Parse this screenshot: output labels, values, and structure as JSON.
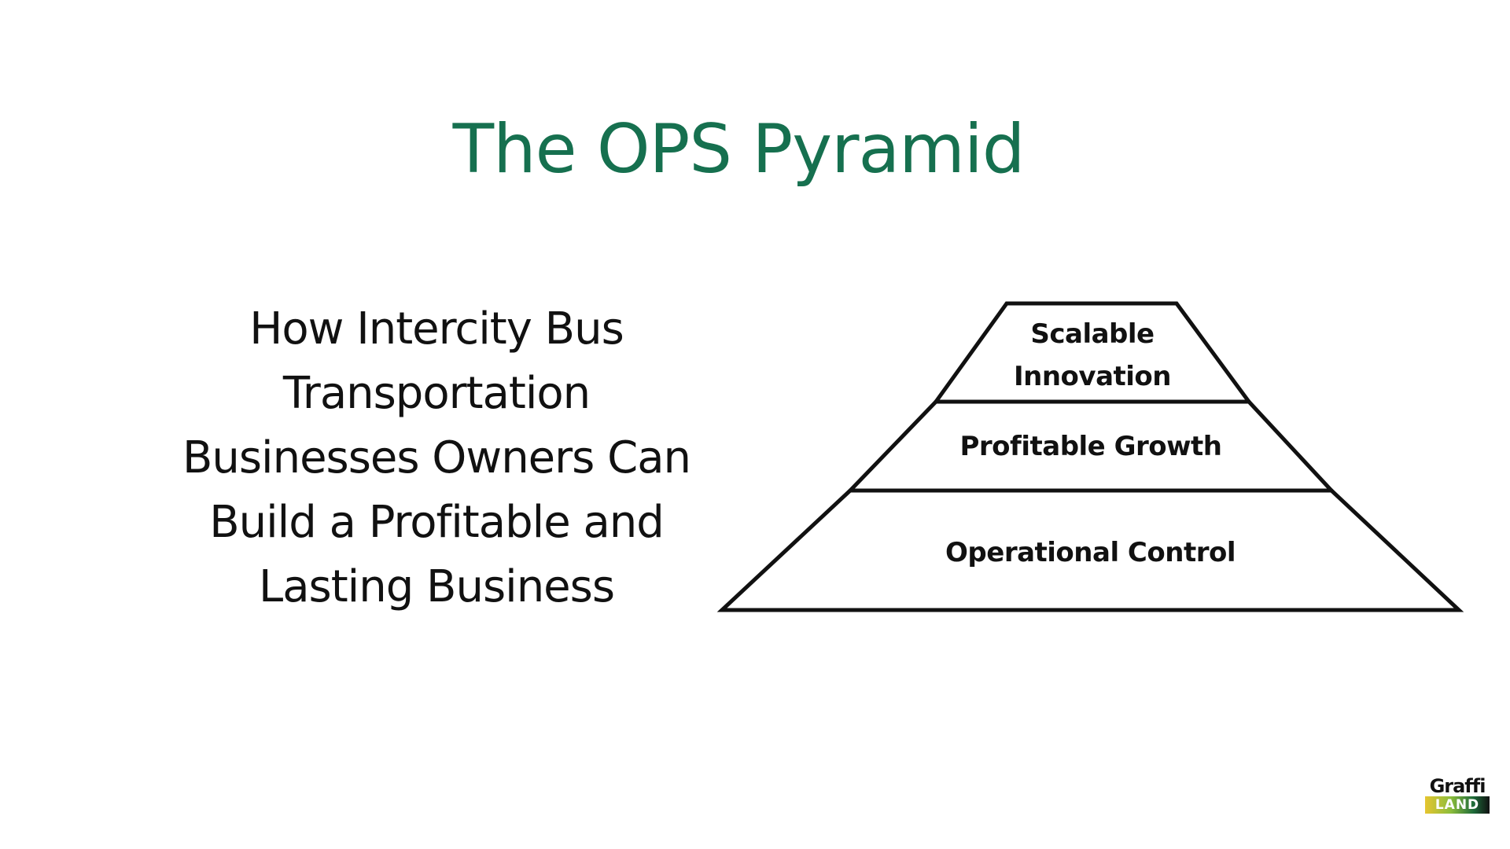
{
  "title": "The OPS Pyramid",
  "subtitle": {
    "lines": [
      "How Intercity Bus",
      "Transportation",
      "Businesses Owners Can",
      "Build a Profitable and",
      "Lasting Business"
    ]
  },
  "pyramid": {
    "tiers": [
      {
        "lines": [
          "Scalable",
          "Innovation"
        ]
      },
      {
        "lines": [
          "Profitable Growth"
        ]
      },
      {
        "lines": [
          "Operational Control"
        ]
      }
    ]
  },
  "logo": {
    "top": "Graffi",
    "bottom": "LAND"
  },
  "colors": {
    "title": "#16704f",
    "text": "#111111",
    "background": "#ffffff"
  }
}
